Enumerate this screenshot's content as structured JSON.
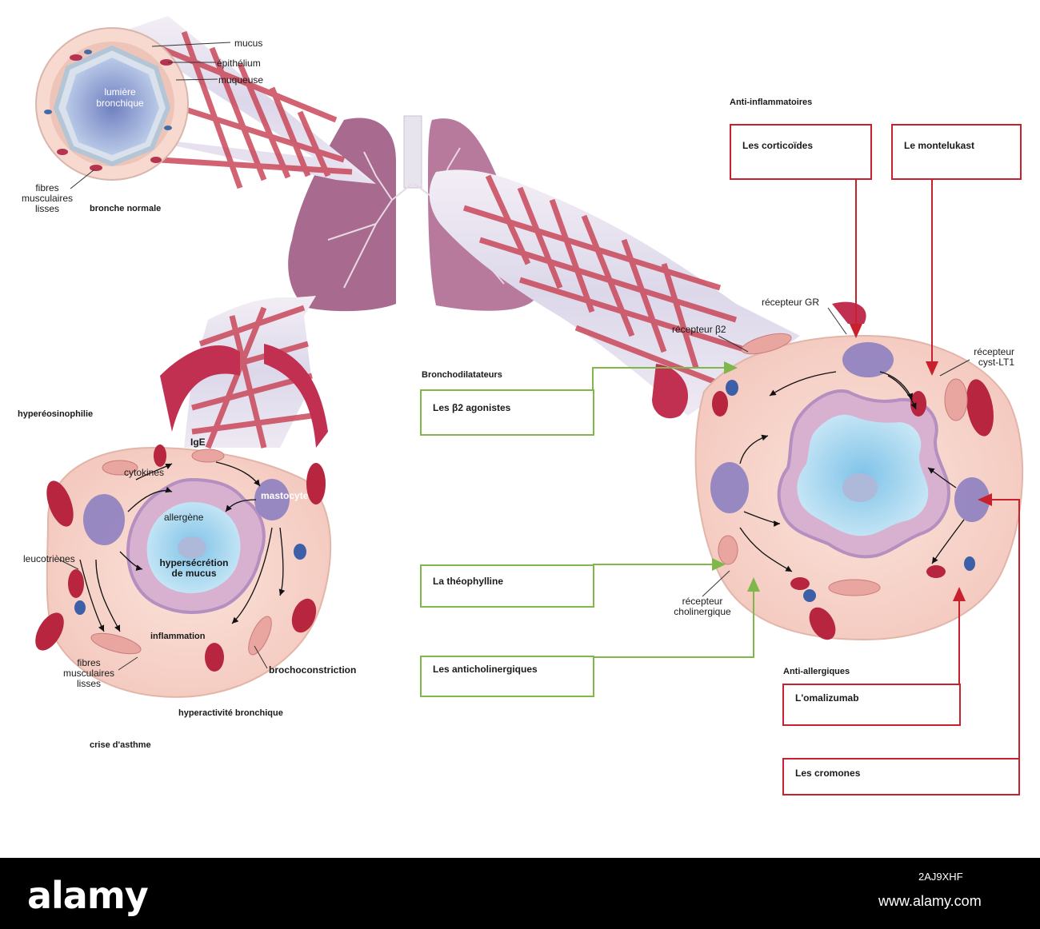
{
  "labels": {
    "mucus": "mucus",
    "epithelium": "épithélium",
    "muqueuse": "muqueuse",
    "lumiere_line1": "lumière",
    "lumiere_line2": "bronchique",
    "fibres_top_1": "fibres",
    "fibres_top_2": "musculaires",
    "fibres_top_3": "lisses",
    "bronche_normale": "bronche normale",
    "hypereosinophilie": "hyperéosinophilie",
    "ige": "IgE",
    "cytokines": "cytokines",
    "mastocyte": "mastocyte",
    "allergene": "allergène",
    "leucotrienes": "leucotriènes",
    "hypersecretion_1": "hypersécrétion",
    "hypersecretion_2": "de mucus",
    "inflammation": "inflammation",
    "fibres_bottom_1": "fibres",
    "fibres_bottom_2": "musculaires",
    "fibres_bottom_3": "lisses",
    "brochoconstriction": "brochoconstriction",
    "hyperactivite": "hyperactivité bronchique",
    "crise": "crise d'asthme",
    "anti_inflammatoires": "Anti-inflammatoires",
    "bronchodilatateurs": "Bronchodilatateurs",
    "anti_allergiques": "Anti-allergiques",
    "recepteur_gr": "récepteur GR",
    "recepteur_b2": "récepteur β2",
    "recepteur_cyst_1": "récepteur",
    "recepteur_cyst_2": "cyst-LT1",
    "recepteur_chol_1": "récepteur",
    "recepteur_chol_2": "cholinergique"
  },
  "drug_boxes": {
    "corticoides": "Les corticoïdes",
    "montelukast": "Le montelukast",
    "beta2": "Les β2 agonistes",
    "theophylline": "La théophylline",
    "anticholinergiques": "Les anticholinergiques",
    "omalizumab": "L'omalizumab",
    "cromones": "Les cromones"
  },
  "colors": {
    "bronchodilator_green": "#7fb74a",
    "anti_inflammatory_red": "#c8202c",
    "muscle_red": "#c9485a",
    "tissue_pink": "#f7d2c8",
    "lumen_blue": "#a9d8ef",
    "lung_mauve": "#a86a8e"
  },
  "footer": {
    "logo": "alamy",
    "image_id": "2AJ9XHF",
    "site": "www.alamy.com"
  }
}
